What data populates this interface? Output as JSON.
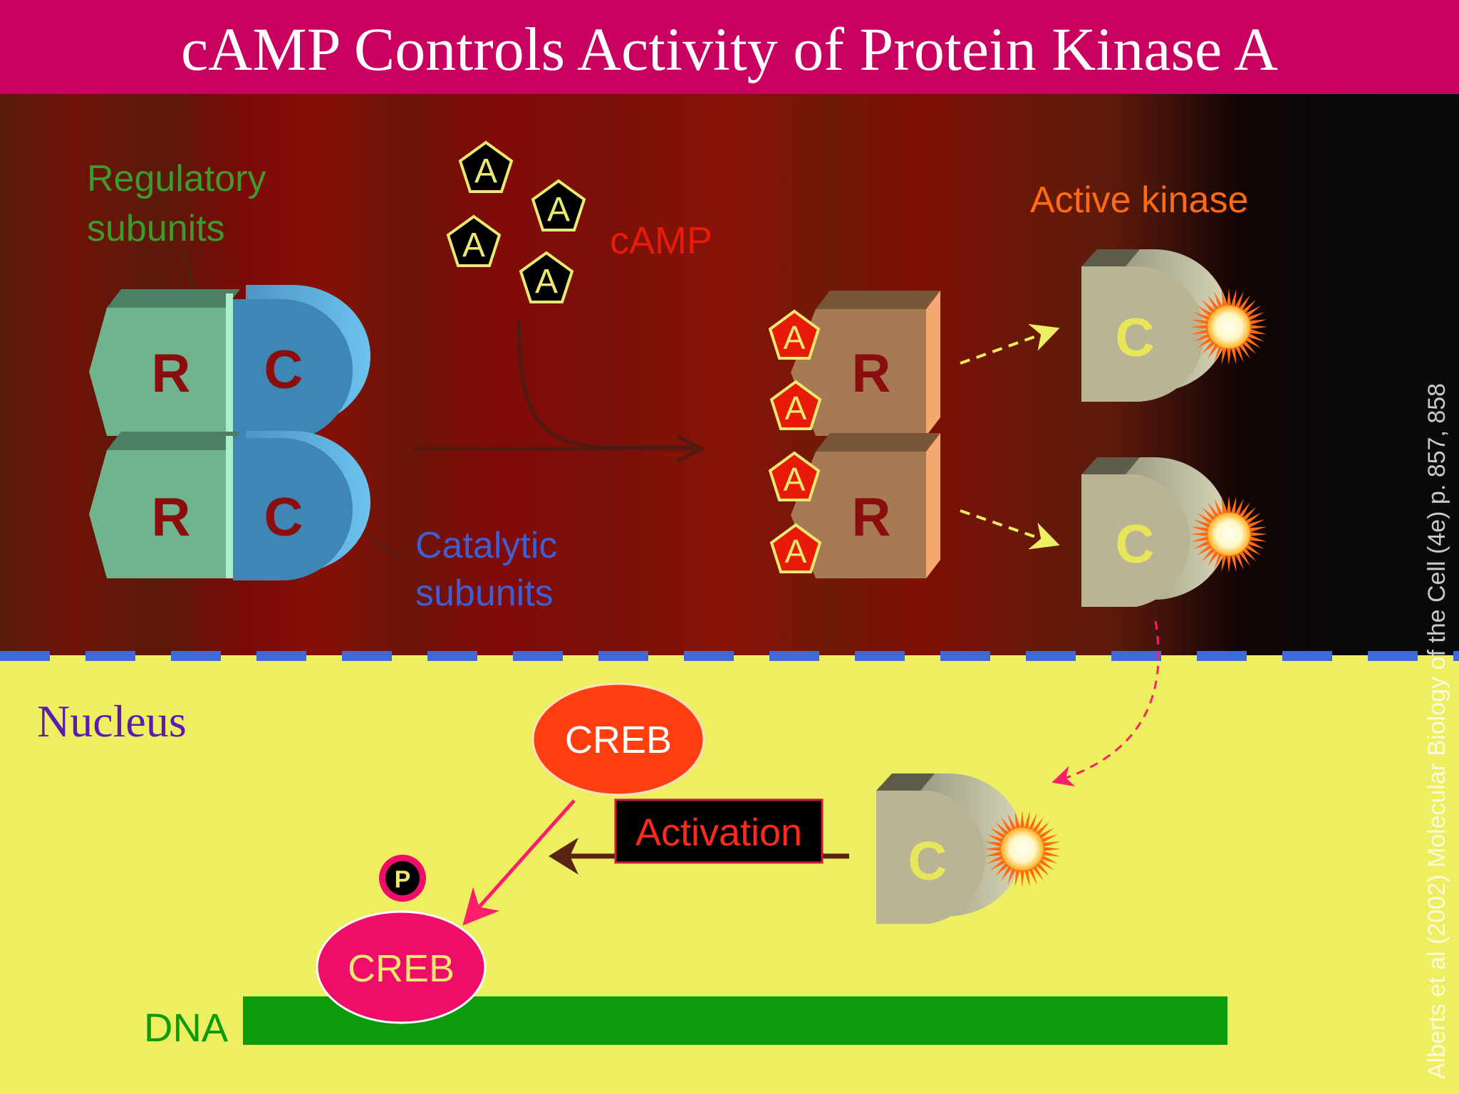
{
  "title": "cAMP Controls Activity of Protein Kinase A",
  "labels": {
    "regulatory_line1": "Regulatory",
    "regulatory_line2": "subunits",
    "catalytic_line1": "Catalytic",
    "catalytic_line2": "subunits",
    "camp": "cAMP",
    "active_kinase": "Active kinase",
    "nucleus": "Nucleus",
    "dna": "DNA",
    "activation": "Activation",
    "creb": "CREB",
    "creb_bound": "CREB",
    "phosphate": "P"
  },
  "subunit_letters": {
    "regulatory": "R",
    "catalytic": "C"
  },
  "camp_letter": "A",
  "citation": "Alberts et al (2002) Molecular Biology of the Cell (4e) p. 857, 858",
  "colors": {
    "title_bar": "#C8005F",
    "cytoplasm": "#7A0D08",
    "nucleus": "#EDEE60",
    "membrane_dash": "#3F69D8",
    "regulatory_green": "#6FB48C",
    "catalytic_blue": "#3E86B4",
    "free_regulatory": "#A67A52",
    "catalytic_khaki": "#B9B493",
    "camp_red": "#E81A0A",
    "active_kinase_orange": "#FF6A12",
    "creb_orange": "#FF3E12",
    "creb_pink": "#EE0E6A",
    "dna_green": "#0B9B0B",
    "letter_dark_red": "#8A0E0E",
    "letter_yellow": "#E9E55A"
  }
}
